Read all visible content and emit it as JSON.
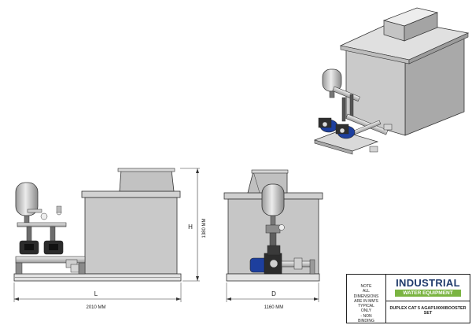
{
  "dimensions": {
    "front_width": "2010 MM",
    "front_symbol": "L",
    "height": "1380 MM",
    "height_symbol": "H",
    "side_depth": "1160 MM",
    "side_symbol": "D"
  },
  "title_block": {
    "note_lines": [
      "NOTE",
      "ALL",
      "DIMENSIONS",
      "ARE IN MM'S",
      "TYPICAL",
      "ONLY",
      "- NON",
      "BINDING"
    ],
    "logo_top": "INDUSTRIAL",
    "logo_bottom": "WATER EQUIPMENT",
    "set_title": "DUPLEX CAT 5 AGAP10000BOOSTER SET"
  },
  "colors": {
    "tank_front": "#c9c9c9",
    "tank_side": "#a9a9a9",
    "tank_top": "#dcdcdc",
    "pump_blue": "#1d3f9e",
    "line": "#333333",
    "logo_blue": "#1f3a6b",
    "logo_green": "#7ab441"
  }
}
